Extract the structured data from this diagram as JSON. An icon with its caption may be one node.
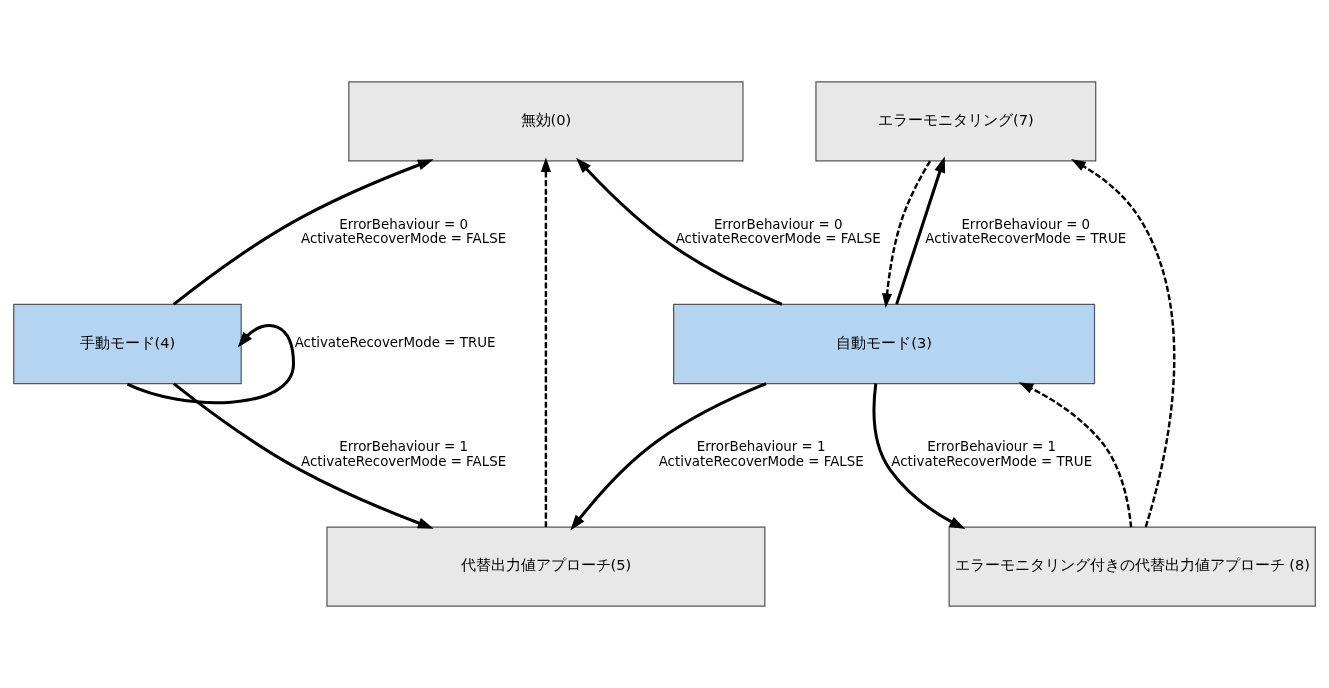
{
  "diagram": {
    "nodes": [
      {
        "text": [
          "無効(0)"
        ]
      },
      {
        "text": [
          "エラーモニタリング(7)"
        ]
      },
      {
        "text": [
          "手動モード(4)"
        ]
      },
      {
        "text": [
          "自動モード(3)"
        ]
      },
      {
        "text": [
          "代替出力値アプローチ(5)"
        ]
      },
      {
        "text": [
          "エラーモニタリング付きの代替出力値アプローチ (8)"
        ]
      }
    ],
    "edges": [
      {
        "from": 2,
        "to": 0,
        "arrow": "to",
        "label": "ErrorBehaviour = 0 ActivateRecoverMode = FALSE"
      },
      {
        "from": 3,
        "to": 0,
        "arrow": "to",
        "label": "ErrorBehaviour = 0 ActivateRecoverMode = FALSE"
      },
      {
        "from": 3,
        "to": 1,
        "arrow": "to",
        "label": "ErrorBehaviour = 0 ActivateRecoverMode = TRUE"
      },
      {
        "from": 1,
        "to": 3,
        "arrow": "to",
        "style": "dashed"
      },
      {
        "from": 2,
        "to": 2,
        "arrow": "to",
        "label": "ActivateRecoverMode = TRUE"
      },
      {
        "from": 2,
        "to": 4,
        "arrow": "to",
        "label": "ErrorBehaviour = 1 ActivateRecoverMode = FALSE"
      },
      {
        "from": 3,
        "to": 4,
        "arrow": "to",
        "label": "ErrorBehaviour = 1 ActivateRecoverMode = FALSE"
      },
      {
        "from": 3,
        "to": 5,
        "arrow": "to",
        "label": "ErrorBehaviour = 1 ActivateRecoverMode = TRUE"
      },
      {
        "from": 5,
        "to": 3,
        "arrow": "to",
        "style": "dashed"
      },
      {
        "from": 4,
        "to": 0,
        "arrow": "to",
        "style": "dashed"
      },
      {
        "from": 5,
        "to": 1,
        "arrow": "to",
        "style": "dashed"
      }
    ]
  }
}
